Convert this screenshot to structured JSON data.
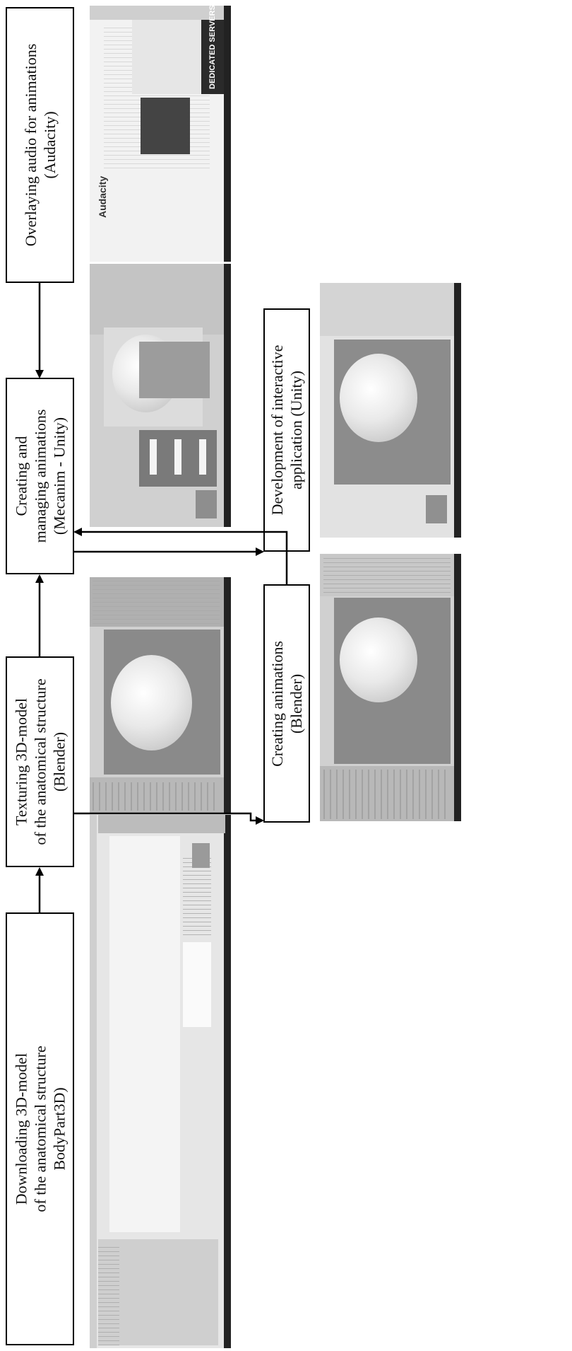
{
  "steps": {
    "download": {
      "lines": [
        "Downloading 3D-model",
        "of the anatomical structure",
        "BodyPart3D)"
      ]
    },
    "texturing": {
      "lines": [
        "Texturing 3D-model",
        "of the anatomical structure",
        "(Blender)"
      ]
    },
    "mecanim": {
      "lines": [
        "Creating and",
        "managing animations",
        "(Mecanim - Unity)"
      ]
    },
    "audacity": {
      "lines": [
        "Overlaying audio for animations",
        "(Audacity)"
      ]
    },
    "creating_animations": {
      "lines": [
        "Creating animations",
        "(Blender)"
      ]
    },
    "interactive": {
      "lines": [
        "Development of interactive",
        "application (Unity)"
      ]
    }
  },
  "screenshots": {
    "audacity": {
      "app_name": "Audacity",
      "banner": "DEDICATED SERVERS"
    }
  },
  "colors": {
    "line": "#000000",
    "box_border": "#000000",
    "screenshot_bg": "#d0d0d0"
  }
}
